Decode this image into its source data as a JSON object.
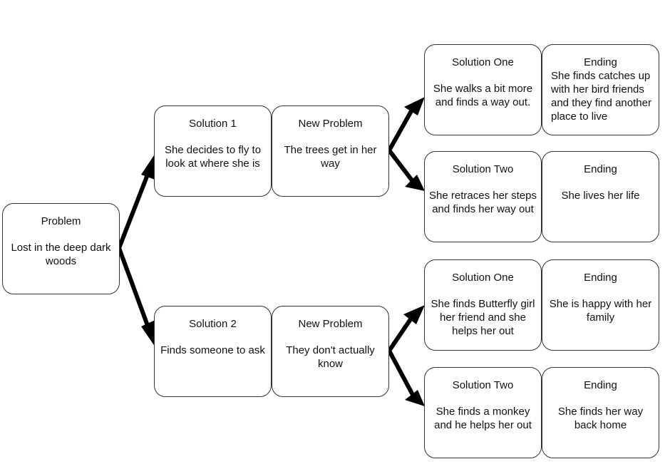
{
  "problem": {
    "title": "Problem",
    "body": "Lost in the deep dark woods"
  },
  "branch1": {
    "solution": {
      "title": "Solution 1",
      "body": "She decides to fly to look at where she is"
    },
    "new_problem": {
      "title": "New Problem",
      "body": "The trees get in her way"
    },
    "solution_one": {
      "title": "Solution One",
      "body": "She walks a bit more and finds a way out."
    },
    "ending_one": {
      "title": "Ending",
      "body": "She finds catches up with her bird friends and they find another place to live"
    },
    "solution_two": {
      "title": "Solution Two",
      "body": "She retraces her steps and finds her way out"
    },
    "ending_two": {
      "title": "Ending",
      "body": "She lives her life"
    }
  },
  "branch2": {
    "solution": {
      "title": "Solution 2",
      "body": "Finds someone to ask"
    },
    "new_problem": {
      "title": "New Problem",
      "body": "They don't actually know"
    },
    "solution_one": {
      "title": "Solution One",
      "body": "She finds Butterfly girl her friend and she helps her out"
    },
    "ending_one": {
      "title": "Ending",
      "body": "She is happy with her family"
    },
    "solution_two": {
      "title": "Solution Two",
      "body": "She finds a monkey and he helps her out"
    },
    "ending_two": {
      "title": "Ending",
      "body": "She finds her way back home"
    }
  },
  "colors": {
    "arrow": "#000000",
    "border": "#333333"
  }
}
